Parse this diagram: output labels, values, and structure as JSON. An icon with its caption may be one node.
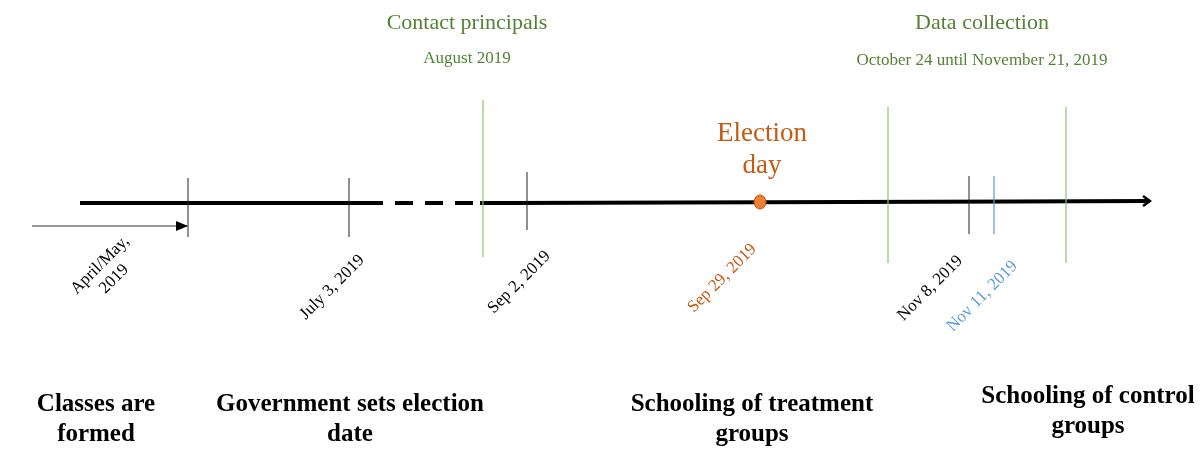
{
  "diagram": {
    "labels": [
      "Contact principals",
      "August 2019",
      "Data collection",
      "October 24 until November 21, 2019",
      "Election day",
      "April/May, 2019",
      "July 3, 2019",
      "Sep 2, 2019",
      "Sep 29, 2019",
      "Nov 8, 2019",
      "Nov 11, 2019",
      "Classes are formed",
      "Government sets election date",
      "Schooling of treatment groups",
      "Schooling of control groups"
    ]
  }
}
